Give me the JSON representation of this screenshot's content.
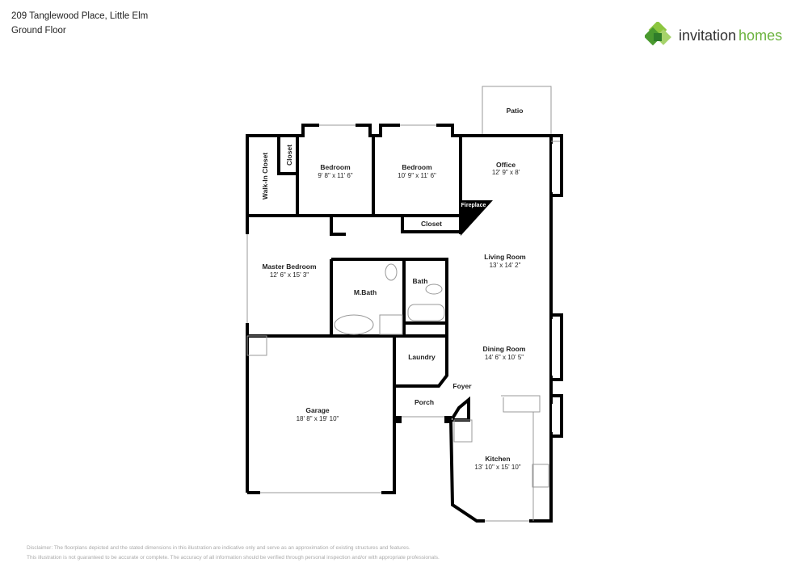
{
  "header": {
    "address": "209 Tanglewood Place, Little Elm",
    "floor": "Ground Floor"
  },
  "logo": {
    "word1": "invitation",
    "word2": "homes",
    "brand_color": "#6cb33f"
  },
  "rooms": {
    "patio": {
      "name": "Patio"
    },
    "office": {
      "name": "Office",
      "dims": "12' 9\" x 8'"
    },
    "bedroom1": {
      "name": "Bedroom",
      "dims": "9' 8\" x 11' 6\""
    },
    "bedroom2": {
      "name": "Bedroom",
      "dims": "10' 9\" x 11' 6\""
    },
    "walkin": {
      "name": "Walk-In Closet"
    },
    "closet_small": {
      "name": "Closet"
    },
    "closet": {
      "name": "Closet"
    },
    "fireplace": {
      "name": "Fireplace"
    },
    "living": {
      "name": "Living Room",
      "dims": "13' x 14' 2\""
    },
    "master": {
      "name": "Master Bedroom",
      "dims": "12' 6\" x 15' 3\""
    },
    "mbath": {
      "name": "M.Bath"
    },
    "bath": {
      "name": "Bath"
    },
    "laundry": {
      "name": "Laundry"
    },
    "dining": {
      "name": "Dining Room",
      "dims": "14' 6\" x 10' 5\""
    },
    "foyer": {
      "name": "Foyer"
    },
    "porch": {
      "name": "Porch"
    },
    "garage": {
      "name": "Garage",
      "dims": "18' 8\" x 19' 10\""
    },
    "kitchen": {
      "name": "Kitchen",
      "dims": "13' 10\" x 15' 10\""
    }
  },
  "disclaimer": {
    "line1": "Disclaimer: The floorplans depicted and the stated dimensions in this illustration are indicative only and serve as an approximation of existing structures and features.",
    "line2": "This illustration is not guaranteed to be accurate or complete. The accuracy of all information should be verified through personal inspection and/or with appropriate professionals."
  }
}
